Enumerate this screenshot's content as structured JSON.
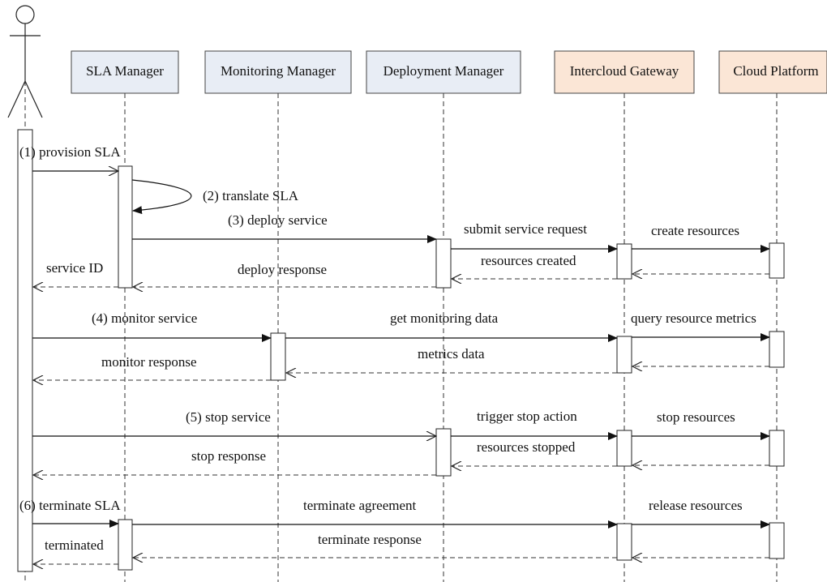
{
  "participants": [
    {
      "id": "sla",
      "label": "SLA Manager",
      "fill": "#e8edf5"
    },
    {
      "id": "mon",
      "label": "Monitoring Manager",
      "fill": "#e8edf5"
    },
    {
      "id": "dep",
      "label": "Deployment Manager",
      "fill": "#e8edf5"
    },
    {
      "id": "gw",
      "label": "Intercloud Gateway",
      "fill": "#fbe6d6"
    },
    {
      "id": "cp",
      "label": "Cloud Platform",
      "fill": "#fbe6d6"
    }
  ],
  "messages": {
    "m1": "(1) provision SLA",
    "m2": "(2) translate SLA",
    "m3": "(3) deploy service",
    "m3a": "submit service request",
    "m3b": "create resources",
    "m3c": "resources created",
    "m3d": "deploy response",
    "m3e": "service ID",
    "m4": "(4) monitor service",
    "m4a": "get monitoring data",
    "m4b": "query resource metrics",
    "m4c": "metrics data",
    "m4d": "monitor response",
    "m5": "(5) stop service",
    "m5a": "trigger stop action",
    "m5b": "stop resources",
    "m5c": "resources stopped",
    "m5d": "stop response",
    "m6": "(6) terminate SLA",
    "m6a": "terminate agreement",
    "m6b": "release resources",
    "m6c": "terminate response",
    "m6d": "terminated"
  }
}
